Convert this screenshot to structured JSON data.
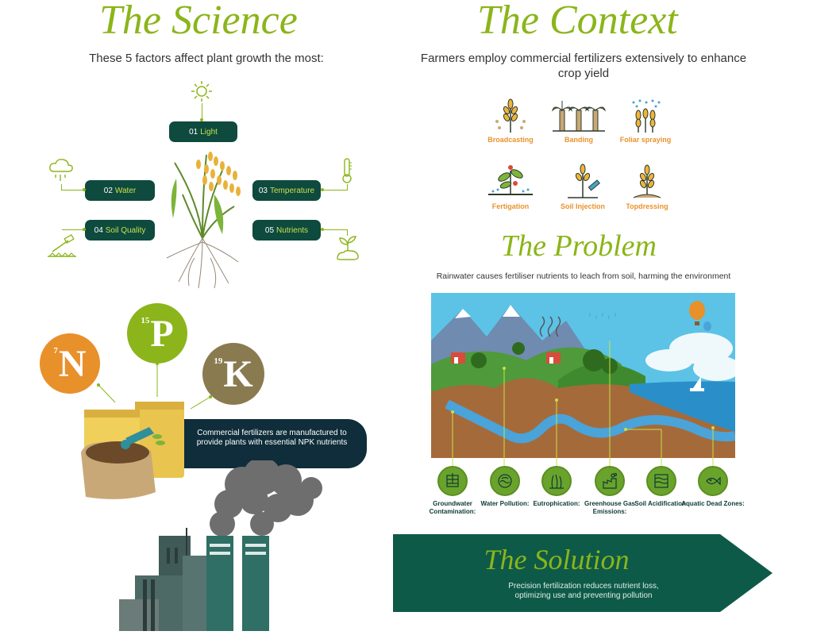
{
  "science": {
    "title": "The Science",
    "subtitle": "These 5 factors affect plant growth the most:",
    "factors": [
      {
        "num": "01",
        "name": "Light",
        "icon": "sun-icon"
      },
      {
        "num": "02",
        "name": "Water",
        "icon": "rain-cloud-icon"
      },
      {
        "num": "03",
        "name": "Temperature",
        "icon": "thermometer-icon"
      },
      {
        "num": "04",
        "name": "Soil Quality",
        "icon": "soil-tool-icon"
      },
      {
        "num": "05",
        "name": "Nutrients",
        "icon": "sprout-icon"
      }
    ]
  },
  "npk": {
    "elements": [
      {
        "number": "7",
        "symbol": "N",
        "color": "#e8902a"
      },
      {
        "number": "15",
        "symbol": "P",
        "color": "#8bb51a"
      },
      {
        "number": "19",
        "symbol": "K",
        "color": "#8a7a50"
      }
    ],
    "caption": "Commercial fertilizers are manufactured to provide plants with essential NPK nutrients"
  },
  "context": {
    "title": "The Context",
    "subtitle": "Farmers employ commercial fertilizers extensively to enhance crop yield",
    "methods": [
      {
        "label": "Broadcasting",
        "icon": "wheat-broadcast-icon"
      },
      {
        "label": "Banding",
        "icon": "palm-row-icon"
      },
      {
        "label": "Foliar spraying",
        "icon": "wheat-spray-icon"
      },
      {
        "label": "Fertigation",
        "icon": "irrigated-plant-icon"
      },
      {
        "label": "Soil Injection",
        "icon": "syringe-wheat-icon"
      },
      {
        "label": "Topdressing",
        "icon": "wheat-topdress-icon"
      }
    ]
  },
  "problem": {
    "title": "The Problem",
    "subtitle": "Rainwater causes fertiliser nutrients to leach from soil, harming the environment",
    "impacts": [
      {
        "label": "Groundwater Contamination:",
        "icon": "groundwater-icon"
      },
      {
        "label": "Water Pollution:",
        "icon": "water-pollution-icon"
      },
      {
        "label": "Eutrophication:",
        "icon": "algae-icon"
      },
      {
        "label": "Greenhouse Gas Emissions:",
        "icon": "factory-smoke-icon"
      },
      {
        "label": "Soil Acidification:",
        "icon": "soil-layers-icon"
      },
      {
        "label": "Aquatic Dead Zones:",
        "icon": "dead-fish-icon"
      }
    ]
  },
  "solution": {
    "title": "The Solution",
    "text": "Precision fertilization reduces nutrient loss, optimizing use and preventing pollution"
  },
  "colors": {
    "accent_green": "#8bb51a",
    "dark_teal": "#0e4a3e",
    "orange": "#e8932b",
    "navy": "#0f2d3b"
  }
}
